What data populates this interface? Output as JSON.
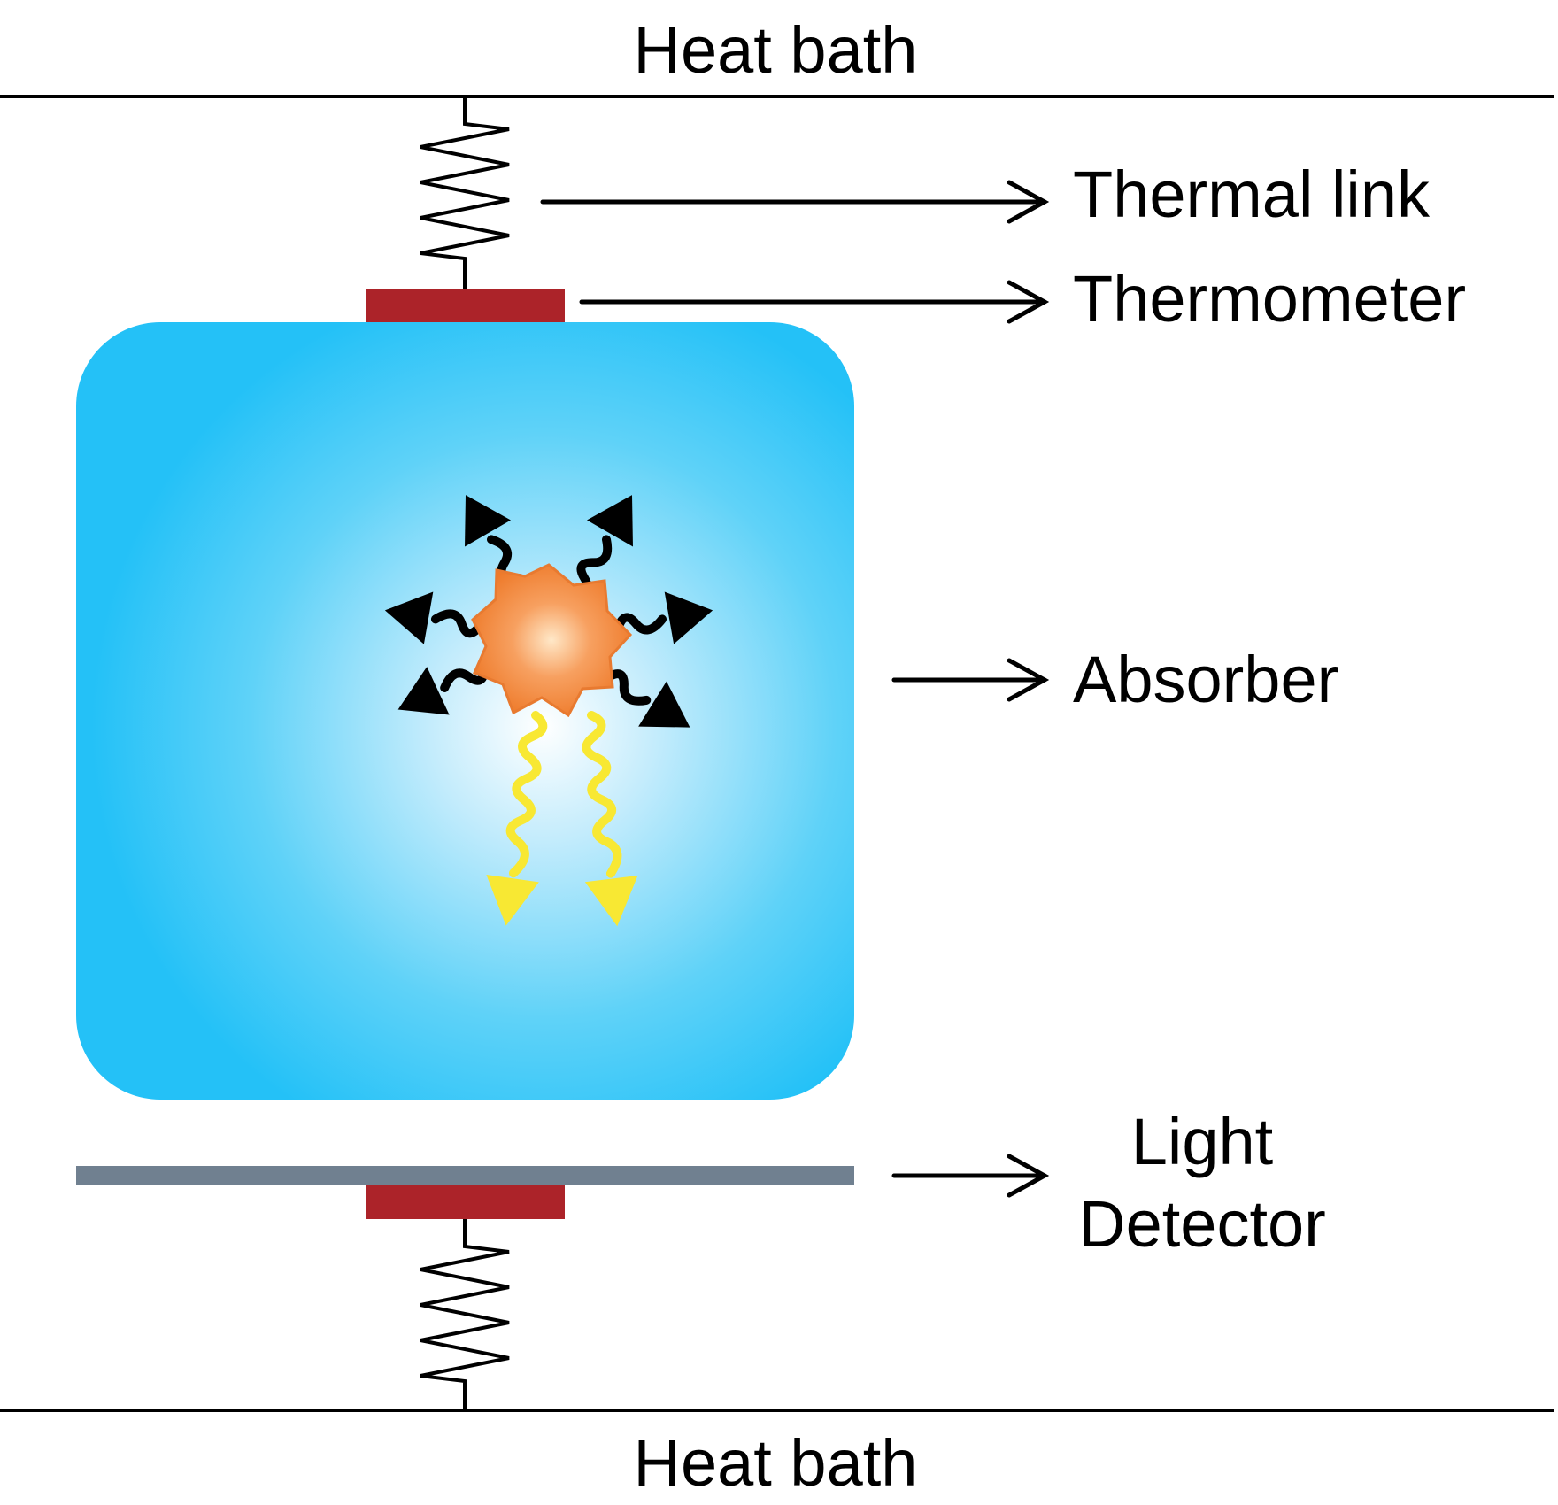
{
  "labels": {
    "heat_bath_top": "Heat bath",
    "thermal_link": "Thermal link",
    "thermometer": "Thermometer",
    "absorber": "Absorber",
    "light_detector_line1": "Light",
    "light_detector_line2": "Detector",
    "heat_bath_bottom": "Heat bath"
  },
  "colors": {
    "absorber_edge": "#24c1f7",
    "absorber_center": "#ffffff",
    "thermometer": "#ac2329",
    "light_detector_plate": "#708090",
    "particle": "#f08a3a",
    "phonon": "#000000",
    "scintillation_light": "#f8e833"
  }
}
